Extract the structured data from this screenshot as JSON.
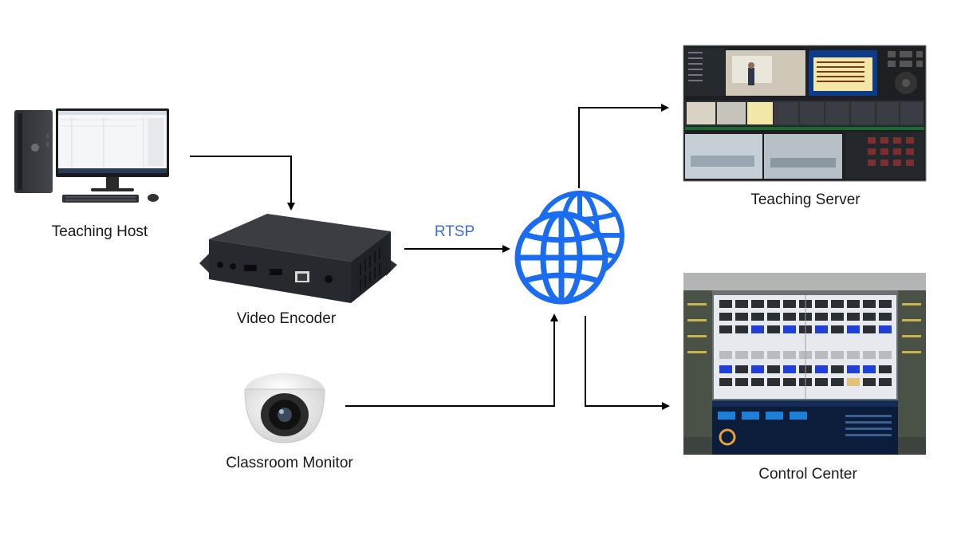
{
  "nodes": {
    "teaching_host": {
      "label": "Teaching Host",
      "icon": "desktop-computer-icon"
    },
    "video_encoder": {
      "label": "Video Encoder",
      "icon": "video-encoder-box-icon"
    },
    "classroom_monitor": {
      "label": "Classroom Monitor",
      "icon": "dome-camera-icon"
    },
    "network": {
      "icon": "globe-network-icon"
    },
    "teaching_server": {
      "label": "Teaching Server",
      "icon": "monitoring-software-screenshot"
    },
    "control_center": {
      "label": "Control Center",
      "icon": "control-room-video-wall-photo"
    }
  },
  "edges": {
    "encoder_to_network": {
      "label": "RTSP"
    }
  },
  "colors": {
    "globe": "#1a6cf0",
    "rtsp_label": "#3a6fd8",
    "arrow": "#000000"
  }
}
